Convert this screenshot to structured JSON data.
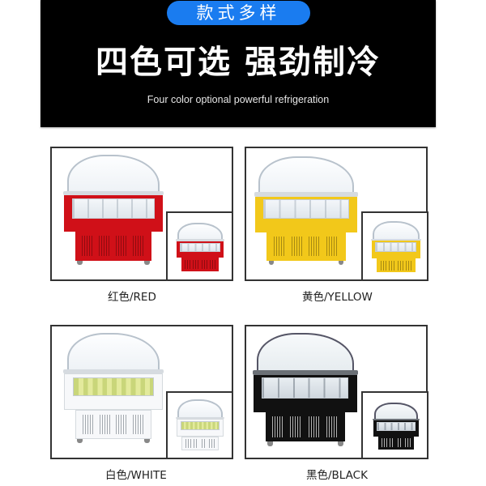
{
  "banner": {
    "badge": "款式多样",
    "headline": "四色可选 强劲制冷",
    "subline": "Four color optional powerful refrigeration",
    "colors": {
      "background": "#000000",
      "badge": "#1a7cf0",
      "text": "#ffffff"
    }
  },
  "variants": [
    {
      "id": "red",
      "caption": "红色/RED",
      "color": "#d01018"
    },
    {
      "id": "yellow",
      "caption": "黄色/YELLOW",
      "color": "#f2c81a"
    },
    {
      "id": "white",
      "caption": "白色/WHITE",
      "color": "#f7f8fa"
    },
    {
      "id": "black",
      "caption": "黑色/BLACK",
      "color": "#111111"
    }
  ]
}
